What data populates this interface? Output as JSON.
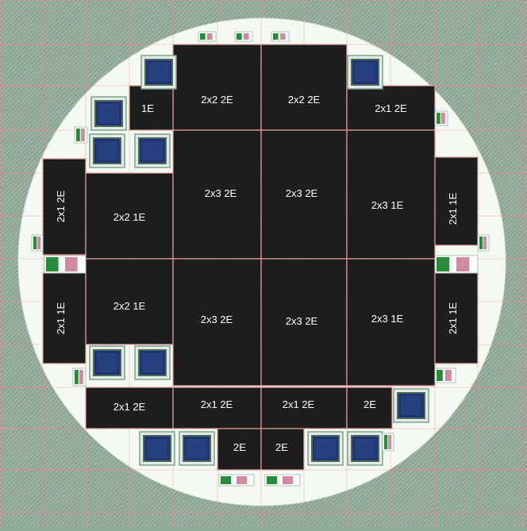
{
  "wafer": {
    "dies": [
      {
        "id": "top-left-a",
        "label": "2x2 2E"
      },
      {
        "id": "top-left-b",
        "label": "2x2 2E"
      },
      {
        "id": "top-right",
        "label": "2x1 2E"
      },
      {
        "id": "small-1e",
        "label": "1E"
      },
      {
        "id": "left-top-2x1",
        "label": "2x1 2E"
      },
      {
        "id": "left-2x2-top",
        "label": "2x2 1E"
      },
      {
        "id": "center-a",
        "label": "2x3 2E"
      },
      {
        "id": "center-b",
        "label": "2x3 2E"
      },
      {
        "id": "right-2x3-top",
        "label": "2x3 1E"
      },
      {
        "id": "right-top-2x1",
        "label": "2x1 1E"
      },
      {
        "id": "left-2x2-bottom",
        "label": "2x2 1E"
      },
      {
        "id": "center-c",
        "label": "2x3 2E"
      },
      {
        "id": "center-d",
        "label": "2x3 2E"
      },
      {
        "id": "right-2x3-bottom",
        "label": "2x3 1E"
      },
      {
        "id": "left-bottom-2x1",
        "label": "2x1 1E"
      },
      {
        "id": "right-bottom-2x1",
        "label": "2x1 1E"
      },
      {
        "id": "bottom-row-a",
        "label": "2x1 2E"
      },
      {
        "id": "bottom-row-b",
        "label": "2x1 2E"
      },
      {
        "id": "bottom-row-c",
        "label": "2x1 2E"
      },
      {
        "id": "bottom-row-2e",
        "label": "2E"
      },
      {
        "id": "bottom-small-a",
        "label": "2E"
      },
      {
        "id": "bottom-small-b",
        "label": "2E"
      }
    ],
    "colors": {
      "background": "#8fa898",
      "wafer": "#f4faf2",
      "die": "#1c1c1c",
      "die_border": "#e8a0a0",
      "grid": "#e38a8a",
      "test_pad_frame": "#6f8f7f",
      "test_pad_inner": "#1f3470",
      "label": "#ffffff"
    }
  }
}
